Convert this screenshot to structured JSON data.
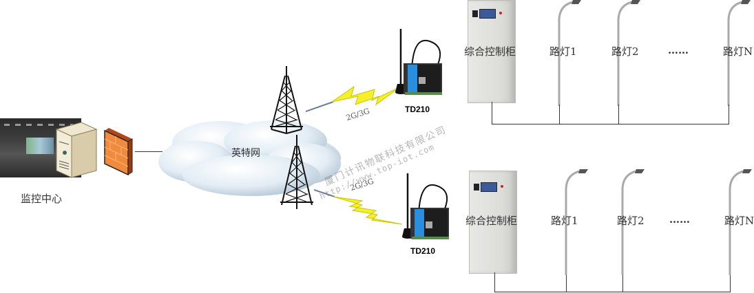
{
  "diagram": {
    "monitoring_center": {
      "label": "监控中心"
    },
    "network_cloud": {
      "label": "英特网"
    },
    "links": [
      {
        "label": "2G/3G"
      },
      {
        "label": "2G/3G"
      }
    ],
    "devices": [
      {
        "label": "TD210"
      },
      {
        "label": "TD210"
      }
    ],
    "cabinet_groups": [
      {
        "cabinet_label": "综合控制柜",
        "lamps": [
          "路灯1",
          "路灯2",
          "路灯N"
        ],
        "ellipsis": "……"
      },
      {
        "cabinet_label": "综合控制柜",
        "lamps": [
          "路灯1",
          "路灯2",
          "路灯N"
        ],
        "ellipsis": "……"
      }
    ],
    "watermark": {
      "company": "厦门计讯物联科技有限公司",
      "url": "http://www.top-iot.com"
    }
  }
}
